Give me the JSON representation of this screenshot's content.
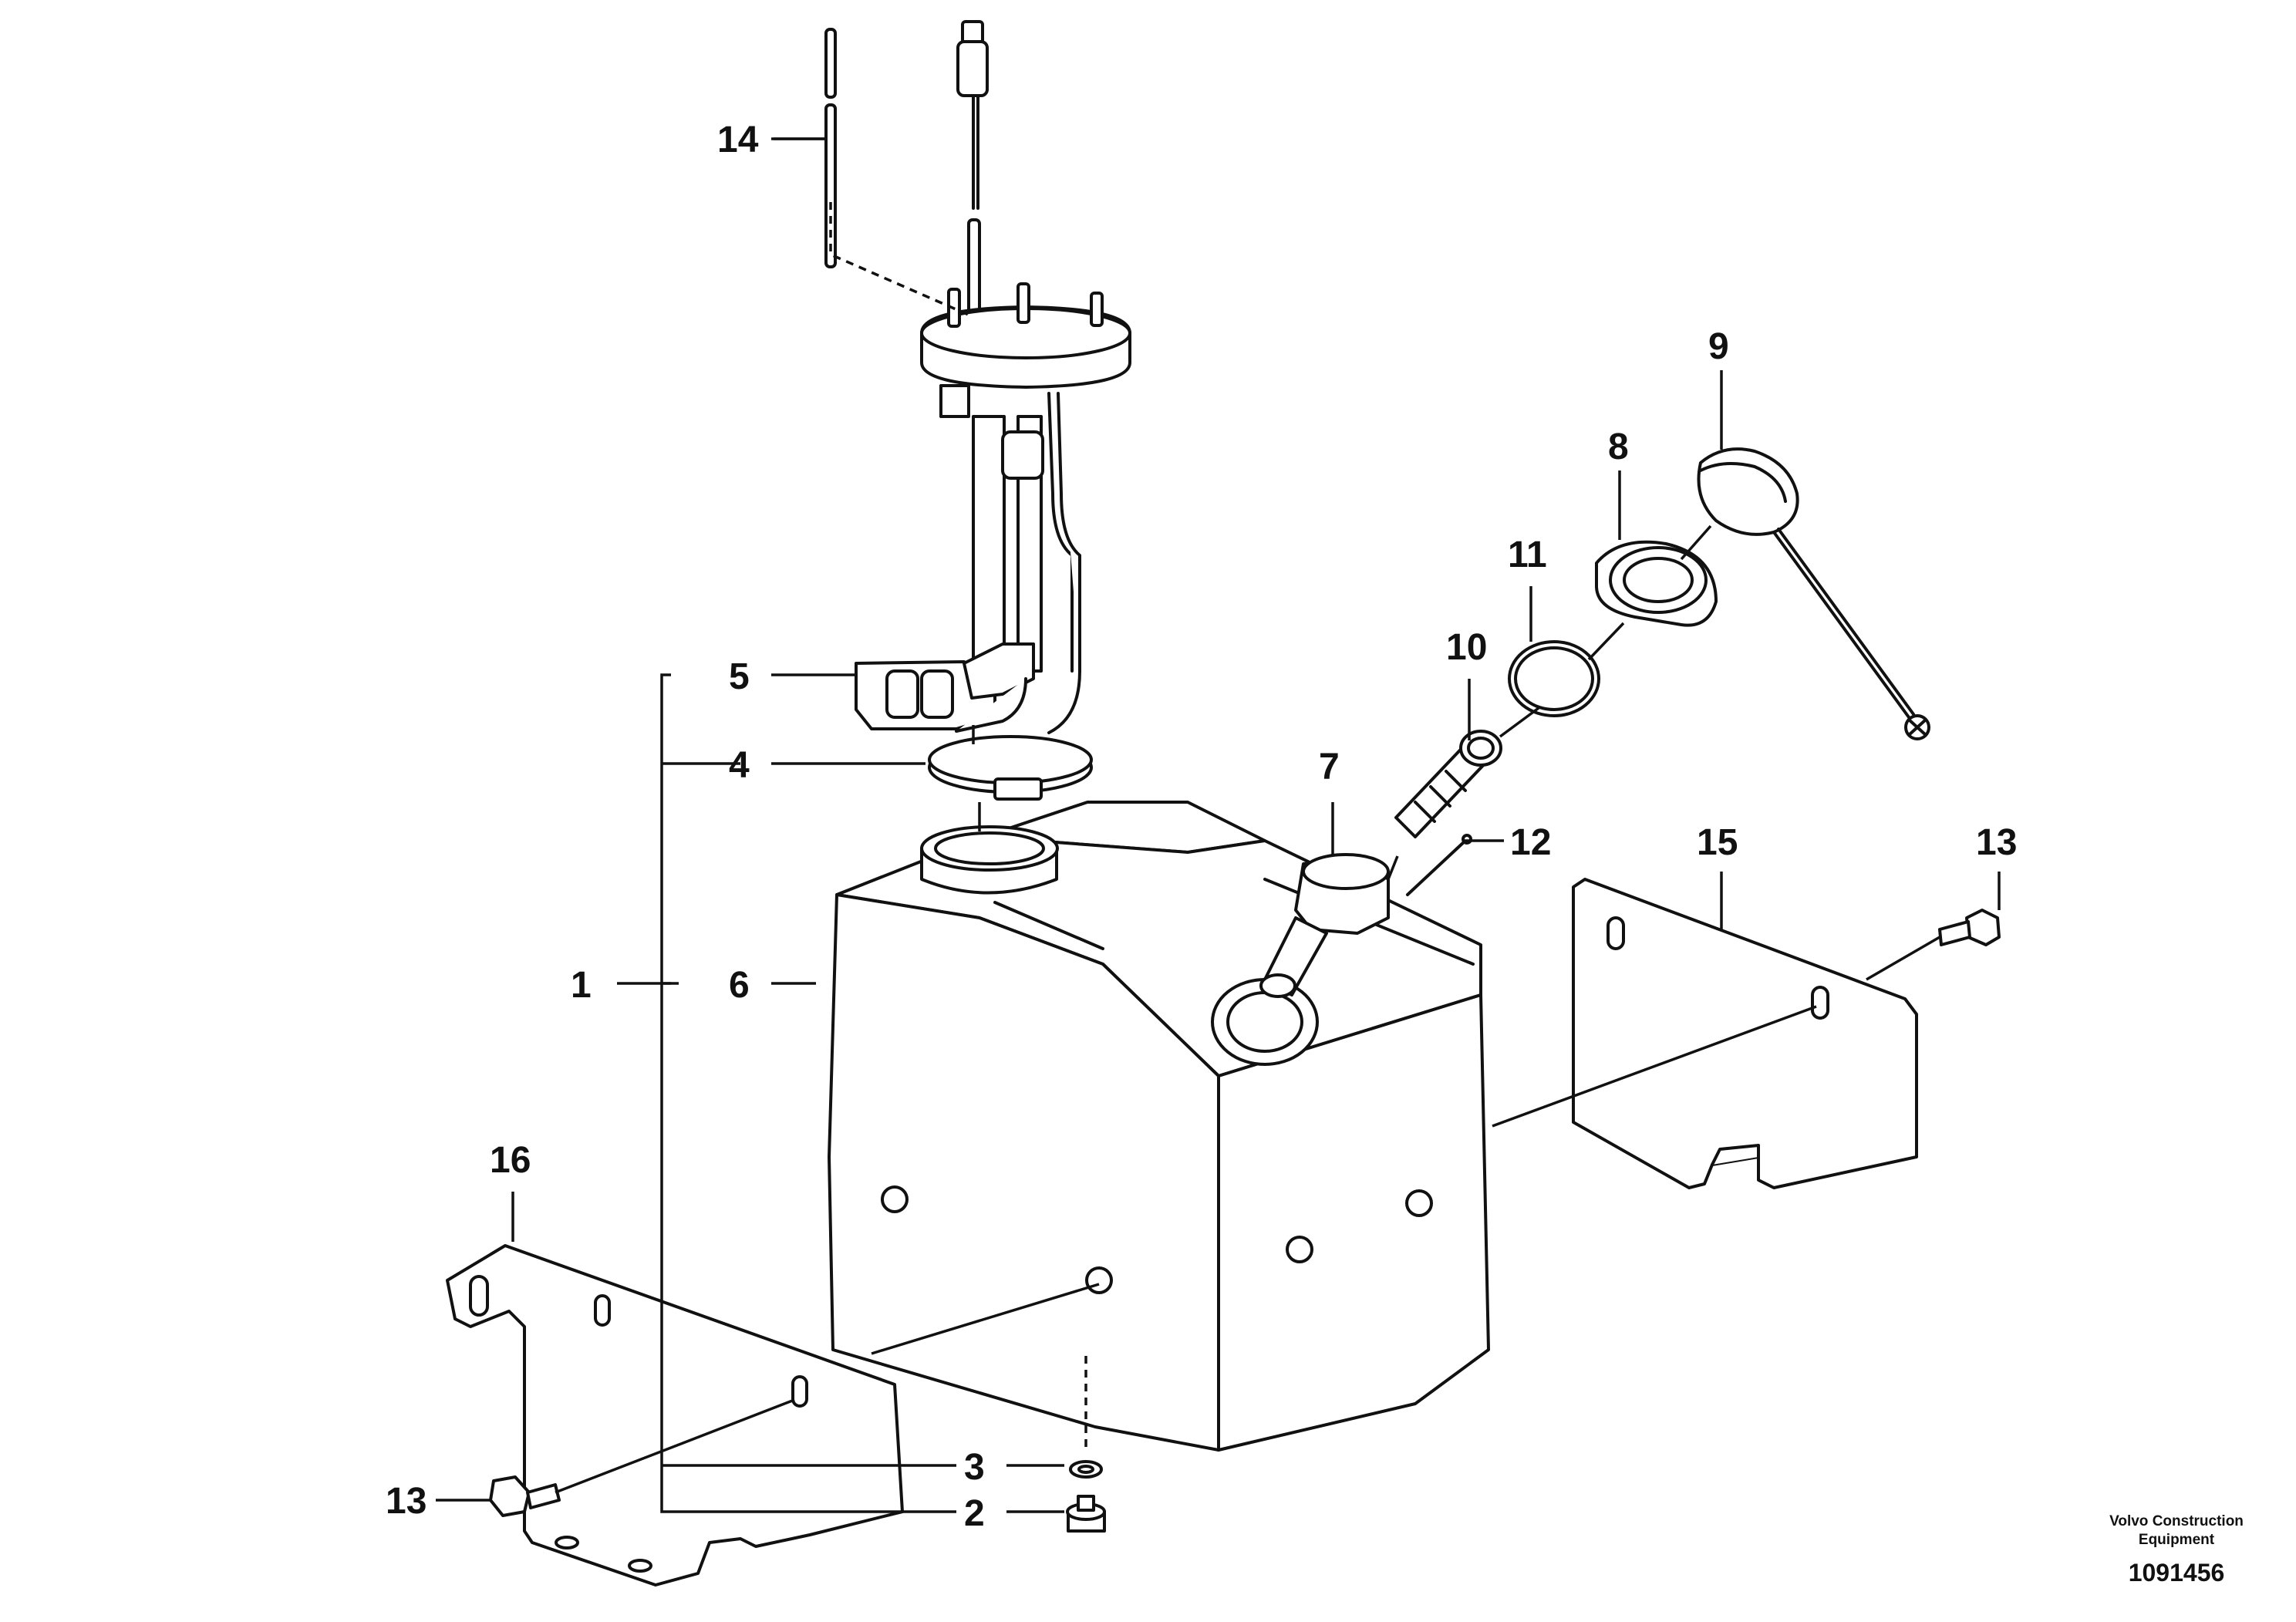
{
  "callouts": {
    "c1": "1",
    "c2": "2",
    "c3": "3",
    "c4": "4",
    "c5": "5",
    "c6": "6",
    "c7": "7",
    "c8": "8",
    "c9": "9",
    "c10": "10",
    "c11": "11",
    "c12": "12",
    "c13a": "13",
    "c13b": "13",
    "c14": "14",
    "c15": "15",
    "c16": "16"
  },
  "credit": {
    "line1": "Volvo Construction",
    "line2": "Equipment"
  },
  "document_number": "1091456"
}
